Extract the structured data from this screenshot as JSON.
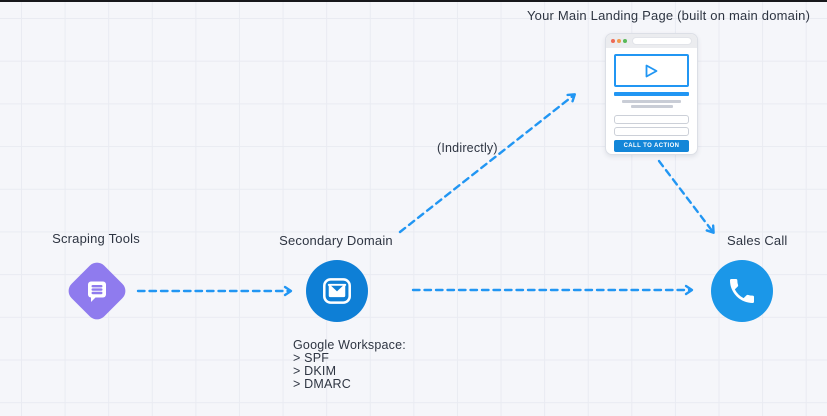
{
  "canvas": {
    "background_color": "#f5f6fa",
    "grid_line_color": "#e9ebf2",
    "arrow_color": "#2196f3",
    "top_bar_color": "#17181c"
  },
  "landing_page": {
    "title": "Your Main Landing Page (built on main domain)",
    "cta_label": "CALL TO ACTION",
    "accent_color": "#2196f3",
    "browser_dot_colors": [
      "#ee6a55",
      "#f09a4e",
      "#58b957"
    ]
  },
  "annotations": {
    "indirectly_label": "(Indirectly)"
  },
  "nodes": {
    "scraping_tools": {
      "label": "Scraping Tools",
      "icon": "chat-list-icon",
      "color": "#8f7bee"
    },
    "secondary_domain": {
      "label": "Secondary Domain",
      "icon": "envelope-icon",
      "color": "#0e7fd6",
      "details": [
        "Google Workspace:",
        "> SPF",
        "> DKIM",
        "> DMARC"
      ]
    },
    "sales_call": {
      "label": "Sales Call",
      "icon": "phone-icon",
      "color": "#1b97e8"
    }
  }
}
